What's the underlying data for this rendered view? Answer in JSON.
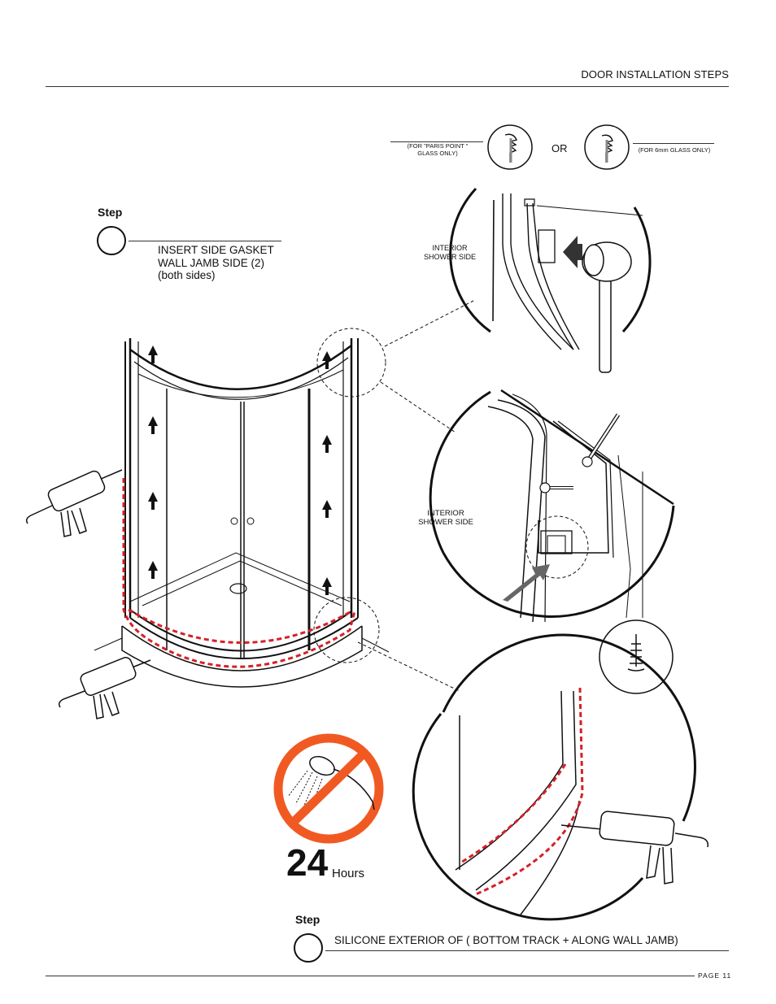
{
  "header": {
    "title": "DOOR INSTALLATION STEPS"
  },
  "step1": {
    "label": "Step",
    "instruction_lines": [
      "INSERT SIDE GASKET",
      "WALL JAMB SIDE (2)",
      "(both sides)"
    ]
  },
  "gasket": {
    "left_note_lines": [
      "(FOR \"PARIS POINT \"",
      "GLASS ONLY)"
    ],
    "or_label": "OR",
    "right_note": "(FOR 6mm GLASS ONLY)"
  },
  "detail_top": {
    "label_lines": [
      "INTERIOR",
      "SHOWER SIDE"
    ]
  },
  "detail_mid": {
    "label_lines": [
      "INTERIOR",
      "SHOWER SIDE"
    ]
  },
  "cure": {
    "number": "24",
    "unit": "Hours"
  },
  "step2": {
    "label": "Step",
    "instruction": "SILICONE EXTERIOR OF ( BOTTOM TRACK + ALONG WALL JAMB)"
  },
  "footer": {
    "page": "PAGE 11"
  },
  "colors": {
    "no_sign": "#f05a22",
    "silicone_line": "#d62027",
    "arrow_gray": "#666666"
  },
  "icons": [
    "caulk-gun-icon",
    "mallet-icon",
    "screw-icon",
    "gasket-profile-icon",
    "no-water-icon",
    "anchor-icon"
  ]
}
